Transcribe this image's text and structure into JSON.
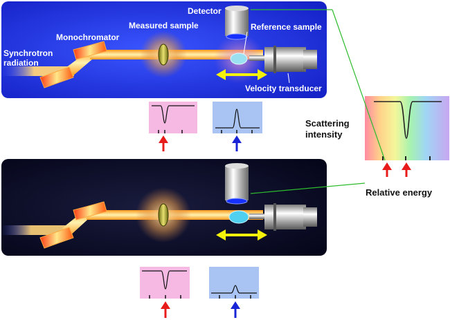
{
  "top_panel": {
    "labels": {
      "synchrotron_line1": "Synchrotron",
      "synchrotron_line2": "radiation",
      "monochromator": "Monochromator",
      "measured_sample": "Measured sample",
      "detector": "Detector",
      "reference_sample": "Reference sample",
      "velocity_transducer": "Velocity transducer"
    }
  },
  "side": {
    "scattering_line1": "Scattering",
    "scattering_line2": "intensity",
    "relative_energy": "Relative energy"
  },
  "colors": {
    "top_bg": "#1f2fe0",
    "bottom_bg": "#0c0d24",
    "pink_plot": "#f6b9e3",
    "blue_plot": "#a9c4f2",
    "arrow_red": "#e81b1b",
    "arrow_blue": "#1824d6",
    "double_arrow": "#f4f10a",
    "connector": "#2dbb2d"
  }
}
